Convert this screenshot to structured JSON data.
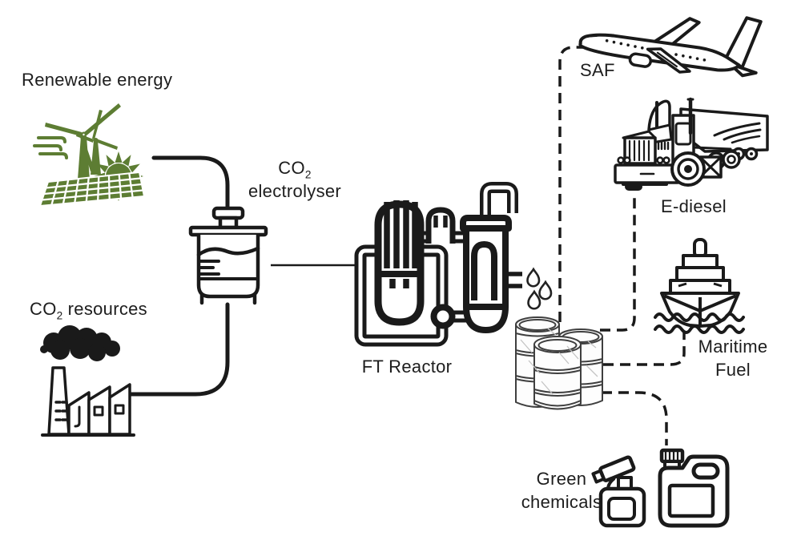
{
  "colors": {
    "ink": "#1a1a1a",
    "green": "#5d7d33",
    "sketch": "#3f3f3f",
    "background": "#ffffff",
    "hatch": "#c4c4c4"
  },
  "nodes": {
    "renewable_energy": {
      "label": "Renewable energy",
      "icon": "wind-turbine-solar-sun-icon"
    },
    "co2_resources": {
      "label_main": "CO",
      "label_sub": "2",
      "label_rest": "resources",
      "icon": "factory-smoke-icon"
    },
    "co2_electrolyser": {
      "label_main": "CO",
      "label_sub": "2",
      "label_line2": "electrolyser",
      "icon": "electrolyser-vessel-icon"
    },
    "ft_reactor": {
      "label": "FT Reactor",
      "icon": "ft-reactor-icon"
    },
    "fuel_output": {
      "icon": "oil-drums-icon"
    },
    "water": {
      "icon": "water-droplets-icon"
    },
    "saf": {
      "label": "SAF",
      "icon": "airplane-icon"
    },
    "e_diesel": {
      "label": "E-diesel",
      "icon": "semi-truck-icon"
    },
    "maritime_fuel": {
      "label_line1": "Maritime",
      "label_line2": "Fuel",
      "icon": "cargo-ship-icon"
    },
    "green_chemicals": {
      "label_line1": "Green",
      "label_line2": "chemicals",
      "icon": "spray-bottle-and-jug-icon"
    }
  }
}
